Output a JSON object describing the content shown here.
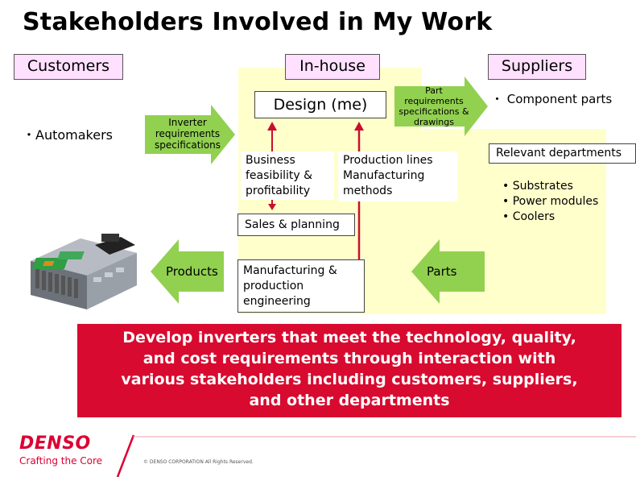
{
  "slide": {
    "title": "Stakeholders Involved in My Work",
    "headers": {
      "customers": "Customers",
      "inhouse": "In-house",
      "suppliers": "Suppliers"
    },
    "customers_item": "・Automakers",
    "suppliers_item": "・ Component parts",
    "design_box": "Design (me)",
    "arrow_inverter": [
      "Inverter",
      "requirements",
      "specifications"
    ],
    "arrow_part": [
      "Part",
      "requirements",
      "specifications &",
      "drawings"
    ],
    "arrow_products": "Products",
    "arrow_parts": "Parts",
    "business_box": [
      "Business",
      "feasibility &",
      "profitability"
    ],
    "production_box": [
      "Production lines",
      "Manufacturing",
      "methods"
    ],
    "sales_box": "Sales & planning",
    "manufacturing_box": [
      "Manufacturing &",
      "production",
      "engineering"
    ],
    "relevant_header": "Relevant departments",
    "relevant_items": [
      "• Substrates",
      "• Power modules",
      "• Coolers"
    ],
    "banner": [
      "Develop inverters that meet the technology, quality,",
      "and cost requirements through interaction with",
      "various stakeholders including customers, suppliers,",
      "and other departments"
    ],
    "logo": {
      "name": "DENSO",
      "tagline": "Crafting the Core"
    },
    "copyright": "© DENSO CORPORATION All Rights Reserved."
  },
  "colors": {
    "pink_header": "#ffe0ff",
    "yellow_panel": "#ffffcc",
    "green_arrow": "#92d050",
    "red_arrow": "#c8102e",
    "banner_red": "#d80a2f",
    "logo_red": "#dc0032"
  }
}
